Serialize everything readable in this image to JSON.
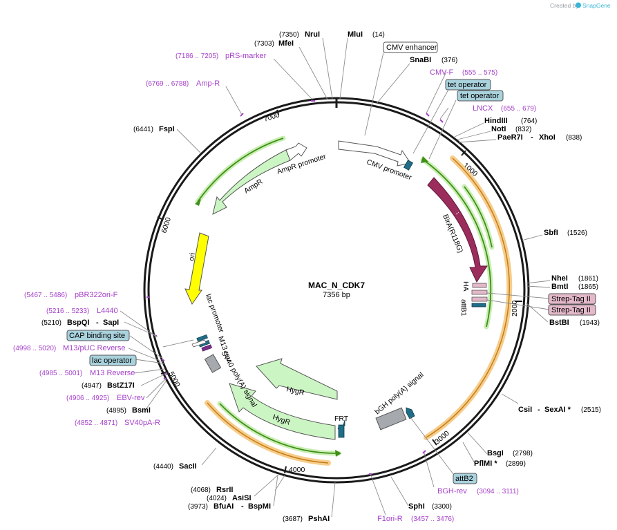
{
  "app": {
    "watermark": "Created by",
    "brand": "SnapGene"
  },
  "plasmid": {
    "name": "MAC_N_CDK7",
    "length": "7356 bp"
  },
  "ticks": [
    "1000",
    "2000",
    "3000",
    "4000",
    "5000",
    "6000",
    "7000"
  ],
  "enzymes": [
    {
      "name": "NruI",
      "pos": "(7350)"
    },
    {
      "name": "MluI",
      "pos": "(14)"
    },
    {
      "name": "MfeI",
      "pos": "(7303)"
    },
    {
      "name": "SnaBI",
      "pos": "(376)"
    },
    {
      "name": "HindIII",
      "pos": "(764)"
    },
    {
      "name": "NotI",
      "pos": "(832)"
    },
    {
      "name": "PaeR7I",
      "pos": "(838)"
    },
    {
      "name": "XhoI",
      "pos": ""
    },
    {
      "name": "SbfI",
      "pos": "(1526)"
    },
    {
      "name": "NheI",
      "pos": "(1861)"
    },
    {
      "name": "BmtI",
      "pos": "(1865)"
    },
    {
      "name": "BstBI",
      "pos": "(1943)"
    },
    {
      "name": "CsiI",
      "pos": ""
    },
    {
      "name": "SexAI *",
      "pos": "(2515)"
    },
    {
      "name": "BsgI",
      "pos": "(2798)"
    },
    {
      "name": "PflMI *",
      "pos": "(2899)"
    },
    {
      "name": "SphI",
      "pos": "(3300)"
    },
    {
      "name": "PshAI",
      "pos": "(3687)"
    },
    {
      "name": "RsrII",
      "pos": "(4068)"
    },
    {
      "name": "AsiSI",
      "pos": "(4024)"
    },
    {
      "name": "BfuAI",
      "pos": "(3973)"
    },
    {
      "name": "BspMI",
      "pos": ""
    },
    {
      "name": "SacII",
      "pos": "(4440)"
    },
    {
      "name": "BsmI",
      "pos": "(4895)"
    },
    {
      "name": "BstZ17I",
      "pos": "(4947)"
    },
    {
      "name": "BspQI",
      "pos": "(5210)"
    },
    {
      "name": "SapI",
      "pos": ""
    },
    {
      "name": "FspI",
      "pos": "(6441)"
    }
  ],
  "primers": [
    {
      "name": "pRS-marker",
      "pos": "(7186 .. 7205)"
    },
    {
      "name": "Amp-R",
      "pos": "(6769 .. 6788)"
    },
    {
      "name": "CMV-F",
      "pos": "(555 .. 575)"
    },
    {
      "name": "LNCX",
      "pos": "(655 .. 679)"
    },
    {
      "name": "BGH-rev",
      "pos": "(3094 .. 3111)"
    },
    {
      "name": "F1ori-R",
      "pos": "(3457 .. 3476)"
    },
    {
      "name": "SV40pA-R",
      "pos": "(4852 .. 4871)"
    },
    {
      "name": "EBV-rev",
      "pos": "(4906 .. 4925)"
    },
    {
      "name": "M13 Reverse",
      "pos": "(4985 .. 5001)"
    },
    {
      "name": "M13/pUC Reverse",
      "pos": "(4998 .. 5020)"
    },
    {
      "name": "L4440",
      "pos": "(5216 .. 5233)"
    },
    {
      "name": "pBR322ori-F",
      "pos": "(5467 .. 5486)"
    }
  ],
  "boxed_labels": {
    "cmv_enhancer": "CMV enhancer",
    "tet_operator_1": "tet operator",
    "tet_operator_2": "tet operator",
    "strep_tag_1": "Strep-Tag II",
    "strep_tag_2": "Strep-Tag II",
    "attb2": "attB2",
    "cap_binding_site": "CAP binding site",
    "lac_operator": "lac operator"
  },
  "features": {
    "cmv_promoter": "CMV promoter",
    "birA": "BirA(R118G)",
    "ha": "HA",
    "attb1": "attB1",
    "bgh_polya": "bGH poly(A) signal",
    "frt": "FRT",
    "hygr_1": "HygR",
    "hygr_2": "HygR",
    "sv40_polya": "SV40 poly(A) signal",
    "m13_rev": "M13 rev",
    "lac_promoter": "lac promoter",
    "ori": "ori",
    "ampr": "AmpR",
    "ampr_promoter": "AmpR promoter"
  },
  "colors": {
    "backbone": "#1a1a1a",
    "primer": "#a540c9",
    "ampr_fill": "#ccf5c4",
    "green_line": "#5db41f",
    "orange_glow": "#f4c477",
    "birA": "#9b2c5c",
    "ori": "#ffff00",
    "teal": "#1f6d87",
    "box_blue": "#a9d2dd",
    "box_pink": "#e3b8c9"
  }
}
